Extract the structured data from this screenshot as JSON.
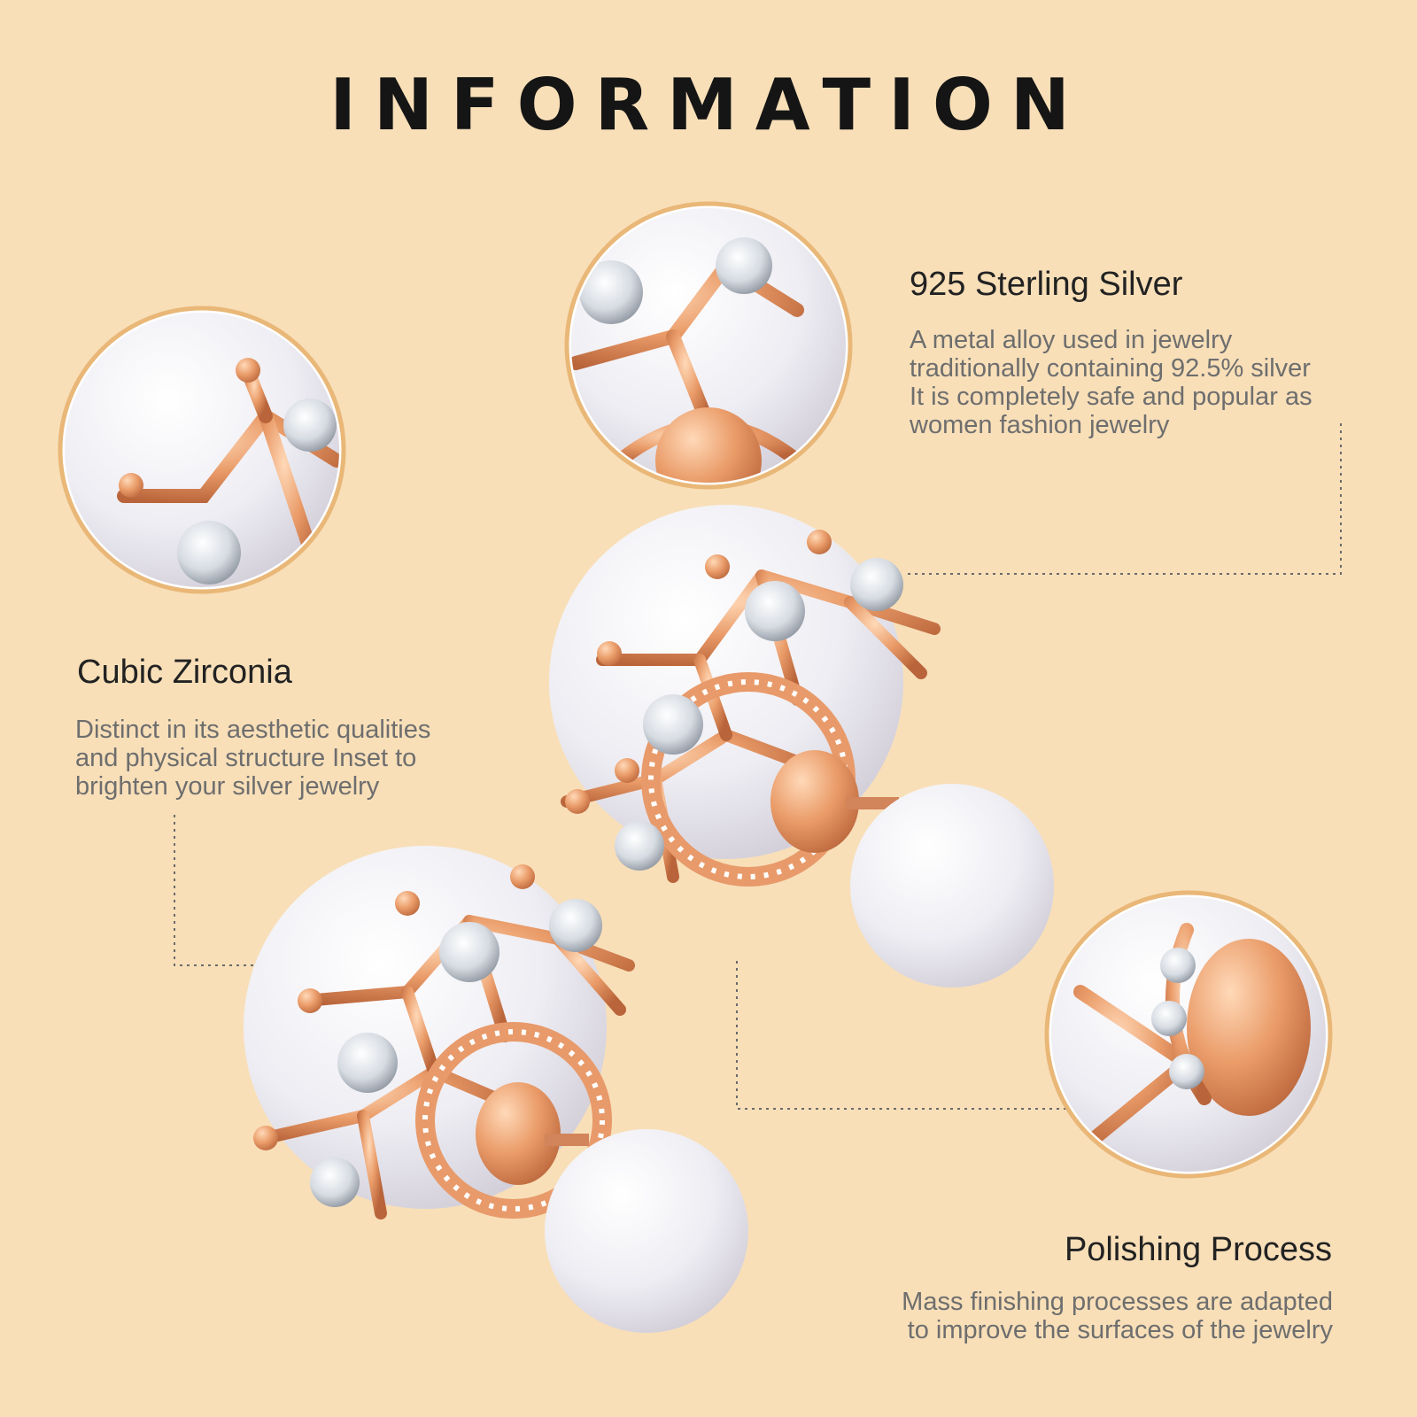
{
  "title": "INFORMATION",
  "features": [
    {
      "heading": "925 Sterling Silver",
      "lines": [
        "A metal alloy used in jewelry",
        "traditionally containing 92.5% silver",
        "It is completely safe and popular as",
        "women fashion jewelry"
      ]
    },
    {
      "heading": "Cubic Zirconia",
      "lines": [
        "Distinct in its aesthetic qualities",
        "and physical structure Inset to",
        "brighten your silver jewelry"
      ]
    },
    {
      "heading": "Polishing Process",
      "lines": [
        "Mass finishing processes are adapted",
        "to improve the surfaces of the jewelry"
      ]
    }
  ],
  "colors": {
    "background": "#f8dfb8",
    "rose_gold": "#e89a6a",
    "pearl": "#f4f3f7",
    "frame": "#e9b777"
  }
}
